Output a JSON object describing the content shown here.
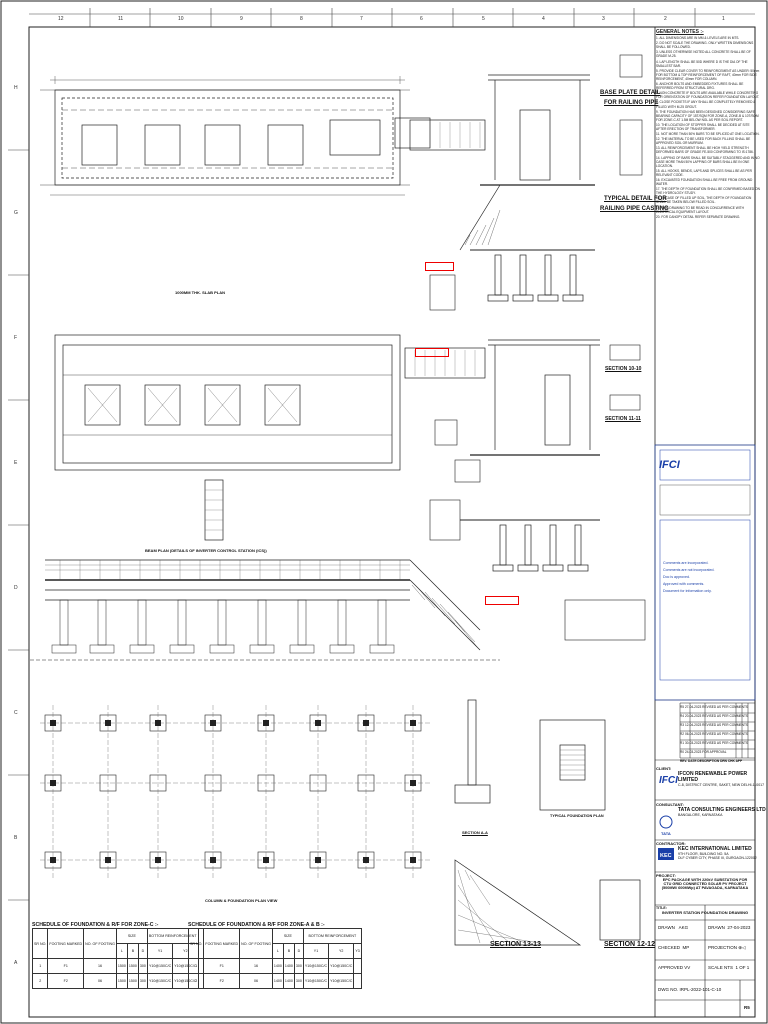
{
  "drawing": {
    "top_labels": [
      "12",
      "11",
      "10",
      "9",
      "8",
      "7",
      "6",
      "5",
      "4",
      "3",
      "2",
      "1"
    ],
    "side_labels": [
      "H",
      "G",
      "F",
      "E",
      "D",
      "C",
      "B",
      "A"
    ],
    "detail_titles": {
      "base_plate": "BASE PLATE DETAIL",
      "base_plate_sub": "FOR RAILING PIPE",
      "typical": "TYPICAL DETAIL FOR",
      "typical_sub": "RAILING PIPE CASTING",
      "section_10": "SECTION 10-10",
      "section_11": "SECTION 11-11",
      "section_13": "SECTION 13-13",
      "section_12": "SECTION 12-12",
      "section_aa": "SECTION A-A",
      "typ_foundation": "TYPICAL FOUNDATION PLAN",
      "slab_plan": "1000MM THK. SLAB PLAN",
      "beam_plan": "BEAM PLAN (DETAILS OF INVERTER CONTROL STATION (ICS))",
      "col_plan": "COLUMN & FOUNDATION PLAN VIEW"
    },
    "general_notes_title": "GENERAL NOTES :-",
    "general_notes": [
      "1. ALL DIMENSIONS ARE IN MM & LEVELS ARE IN MTS.",
      "2. DO NOT SCALE THE DRAWING. ONLY WRITTEN DIMENSIONS SHALL BE FOLLOWED.",
      "3. UNLESS OTHERWISE NOTED ALL CONCRETE SHALL BE OF GRADE M-25.",
      "4. LAP LENGTH SHALL BE 50D WHERE D IS THE DIA OF THE SMALLEST BAR.",
      "5. PROVIDE CLEAR COVER TO REINFORCEMENT AS UNDER: 50mm FOR BOTTOM & TOP REINFORCEMENT OF RAFT, 40mm FOR SIDE REINFORCEMENT, 40mm FOR COLUMN.",
      "6. ANCHOR BOLTS AND EMBEDDED FIXTURES SHALL BE REFERRED FROM STRUCTURAL DRG.",
      "7. NON CONCRETE IF BOLTS ARE AVAILABLE WHILE CONCRETING FOR ORIENTATION OF FOUNDATION REFER FOUNDATION LAYOUT.",
      "8. CLOSE POCKETS IF ANY SHALL BE COMPLETELY REMOVED & FILLED WITH M-25 GROUT.",
      "9. THE FOUNDATION HAS BEEN DESIGNED CONSIDERING SAFE BEARING CAPACITY OF 15T/SQM FOR ZONE-A, ZONE-B & 10T/SQM FOR ZONE-C AT 1.5M BELOW NGL AS PER SOIL REPORT.",
      "10. THE LOCATION OF STOPPER SHALL BE DECIDED AT SITE AFTER ERECTION OF TRANSFORMER.",
      "11. NOT MORE THAN 50% BARS TO BE SPLICED AT ONE LOCATION.",
      "12. THE MATERIAL TO BE USED FOR BACK FILLING SHALL BE APPROVED SOIL OR MURRUM.",
      "13. ALL REINFORCEMENT SHALL BE HIGH YIELD STRENGTH DEFORMED BARS OF GRADE FE-500 CONFORMING TO IS:1786.",
      "14. LAPPING OF BARS SHALL BE SUITABLY STAGGERED AND IN NO CASE MORE THAN 50% LAPPING OF BARS SHALL BE IN ONE LOCATION.",
      "15. ALL HOOKS, BENDS, LAPS AND SPLICES SHALL BE AS PER RELEVANT CODE.",
      "16. EXCAVATED FOUNDATION SHALL BE FREE FROM GROUND WATER.",
      "17. THE DEPTH OF FOUNDATION SHALL BE CONFIRMED BASED ON THE HYDROLOGY STUDY.",
      "18. IN CASE OF FILLED UP SOIL, THE DEPTH OF FOUNDATION SHALL BE TAKEN BELOW FILLED SOIL.",
      "19. THIS DRAWING TO BE READ IN CONCURRENCE WITH ELECTRICAL EQUIPMENT LAYOUT.",
      "20. FOR CANOPY DETAIL REFER SEPARATE DRAWING."
    ],
    "stamp_lines": [
      "Comments are incorporated.",
      "Comments are not incorporated.",
      "Doc is approved.",
      "Approved with comments.",
      "Document for information only."
    ],
    "revisions": [
      {
        "rev": "R5",
        "date": "27-04-2023",
        "desc": "REVISED AS PER COMMENTS"
      },
      {
        "rev": "R4",
        "date": "20-04-2023",
        "desc": "REVISED AS PER COMMENTS"
      },
      {
        "rev": "R3",
        "date": "12-04-2023",
        "desc": "REVISED AS PER COMMENTS"
      },
      {
        "rev": "R2",
        "date": "06-04-2023",
        "desc": "REVISED AS PER COMMENTS"
      },
      {
        "rev": "R1",
        "date": "30-03-2023",
        "desc": "REVISED AS PER COMMENTS"
      },
      {
        "rev": "R0",
        "date": "24-03-2023",
        "desc": "FOR APPROVAL"
      }
    ],
    "rev_header": {
      "rev": "REV.",
      "date": "DATE",
      "desc": "DESCRIPTION",
      "drn": "DRN",
      "chk": "CHK",
      "app": "APP"
    },
    "client_label": "CLIENT:",
    "client_name": "IFCON RENEWABLE POWER LIMITED",
    "client_addr": "C-8, DISTRICT CENTRE, SAKET, NEW DELHI-110017",
    "consultant_label": "CONSULTANT:",
    "consultant_name": "TATA CONSULTING ENGINEERS LTD",
    "consultant_addr": "BANGALORE, KARNATAKA",
    "contractor_label": "CONTRACTOR:",
    "contractor_name": "KEC INTERNATIONAL LIMITED",
    "contractor_addr1": "9TH FLOOR, BUILDING NO. 5A",
    "contractor_addr2": "DLF CYBER CITY, PHASE III, GURGAON-122002",
    "project_label": "PROJECT:",
    "project_line1": "EPC PACKAGE WITH 220kV SUBSTATION FOR",
    "project_line2": "CTU GRID CONNECTED SOLAR PV PROJECT",
    "project_line3": "(500MW/ 600MWp) AT PAVAGADA, KARNATAKA",
    "title_label": "TITLE:",
    "title": "INVERTER STATION FOUNDATION DRAWING",
    "drawn_label": "DRAWN",
    "drawn_val": "AKG",
    "checked_label": "CHECKED",
    "checked_val": "MP",
    "approved_label": "APPROVED",
    "approved_val": "VV",
    "date_label": "DRAWN",
    "date_val": "27-04-2023",
    "projection_label": "PROJECTION",
    "scale_label": "SCALE",
    "scale_val": "NTS",
    "sheet_val": "1 OF 1",
    "dwg_label": "DWG NO.",
    "dwg_val": "IRPL-2022-101-C-10",
    "rev_val": "R5",
    "schedule_c_title": "SCHEDULE OF FOUNDATION & R/F FOR ZONE-C :-",
    "schedule_ab_title": "SCHEDULE OF FOUNDATION & R/F FOR ZONE-A & B :-",
    "sched_head": [
      "SR NO.",
      "FOOTING MARKED",
      "NO. OF FOOTING",
      "L",
      "B",
      "D",
      "Y1",
      "Y2",
      "Y3"
    ],
    "sched_size": "SIZE",
    "sched_bottom": "BOTTOM REINFORCEMENT",
    "sched_c_rows": [
      [
        "1",
        "F1",
        "16",
        "1500",
        "1500",
        "300",
        "Y10@150C/C",
        "Y10@150C/C"
      ],
      [
        "2",
        "F2",
        "06",
        "1500",
        "1500",
        "300",
        "Y10@150C/C",
        "Y10@150C/C"
      ]
    ],
    "sched_ab_rows": [
      [
        "1",
        "F1",
        "16",
        "1400",
        "1400",
        "300",
        "Y10@150C/C",
        "Y10@150C/C"
      ],
      [
        "2",
        "F2",
        "06",
        "1400",
        "1400",
        "300",
        "Y10@150C/C",
        "Y10@150C/C"
      ]
    ]
  }
}
